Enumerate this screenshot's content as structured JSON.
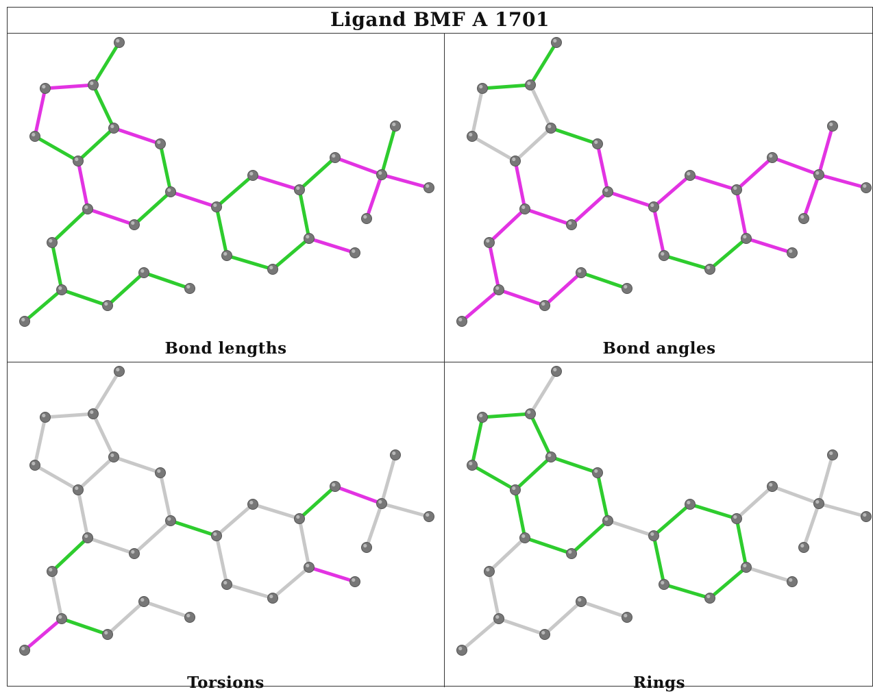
{
  "title": "Ligand BMF A 1701",
  "colors": {
    "green": "#2ecc2e",
    "magenta": "#e233e2",
    "grey": "#c8c8c8",
    "atom": "#777777"
  },
  "panels": [
    {
      "caption": "Bond lengths",
      "bonds": [
        "g",
        "m",
        "m",
        "g",
        "g",
        "g",
        "m",
        "g",
        "g",
        "m",
        "m",
        "m",
        "g",
        "m",
        "g",
        "g",
        "g",
        "g",
        "g",
        "m",
        "g",
        "m",
        "m",
        "m",
        "g",
        "g",
        "g",
        "g",
        "g",
        "g"
      ]
    },
    {
      "caption": "Bond angles",
      "bonds": [
        "g",
        "g",
        "y",
        "y",
        "y",
        "y",
        "g",
        "m",
        "m",
        "m",
        "m",
        "m",
        "m",
        "m",
        "m",
        "g",
        "g",
        "m",
        "m",
        "m",
        "m",
        "m",
        "m",
        "m",
        "m",
        "m",
        "m",
        "m",
        "m",
        "g"
      ]
    },
    {
      "caption": "Torsions",
      "bonds": [
        "y",
        "y",
        "y",
        "y",
        "y",
        "y",
        "y",
        "y",
        "y",
        "y",
        "y",
        "g",
        "y",
        "y",
        "y",
        "y",
        "y",
        "y",
        "g",
        "m",
        "y",
        "y",
        "y",
        "m",
        "g",
        "y",
        "m",
        "g",
        "y",
        "y"
      ]
    },
    {
      "caption": "Rings",
      "bonds": [
        "y",
        "g",
        "g",
        "g",
        "g",
        "g",
        "g",
        "g",
        "g",
        "g",
        "g",
        "y",
        "g",
        "g",
        "g",
        "g",
        "g",
        "g",
        "y",
        "y",
        "y",
        "y",
        "y",
        "y",
        "y",
        "y",
        "y",
        "y",
        "y",
        "y"
      ]
    }
  ]
}
